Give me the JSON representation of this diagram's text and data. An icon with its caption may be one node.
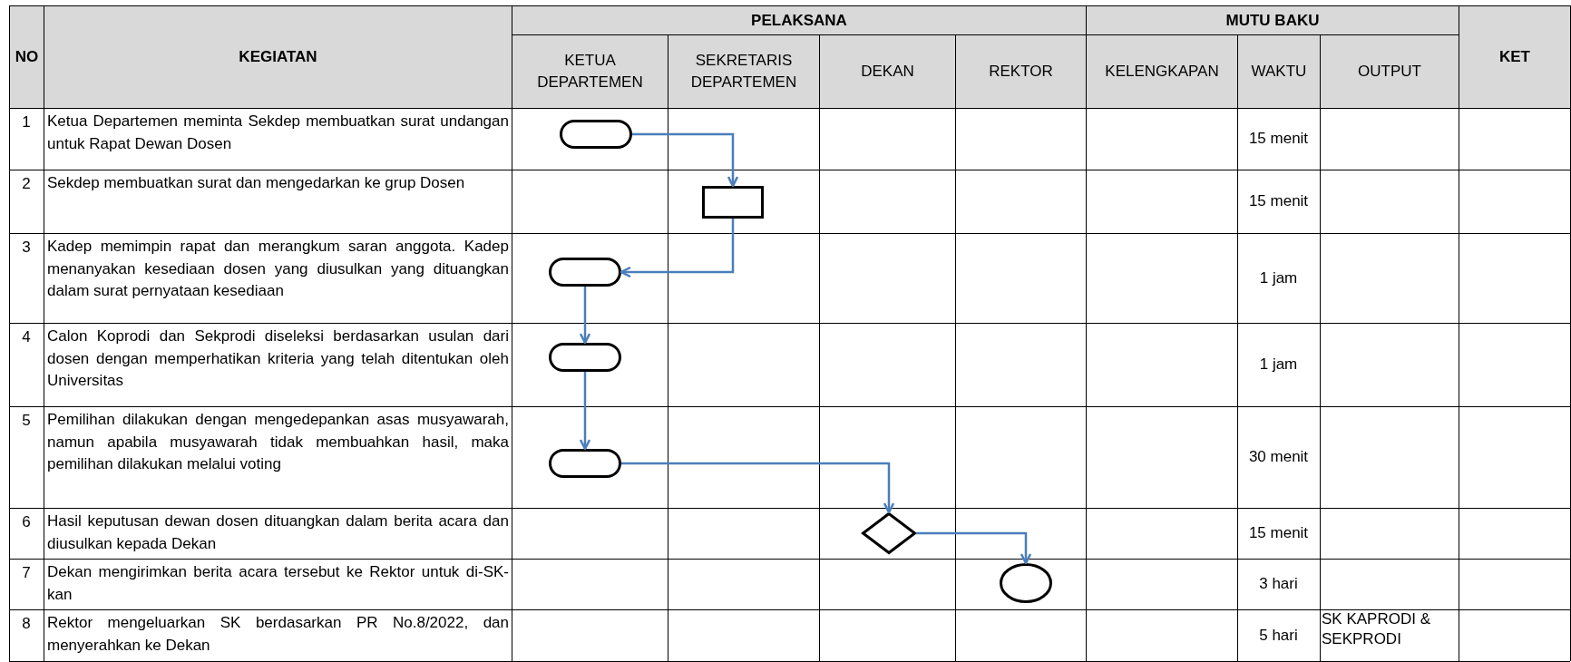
{
  "diagram": {
    "nodes": [
      {
        "text": [],
        "shape": "capsule"
      },
      {
        "text": [],
        "shape": "box"
      },
      {
        "text": [],
        "shape": "capsule"
      },
      {
        "text": [],
        "shape": "capsule"
      },
      {
        "text": [],
        "shape": "capsule"
      },
      {
        "text": [],
        "shape": "diamond"
      },
      {
        "text": [],
        "shape": "circle"
      }
    ],
    "edges": [
      {
        "from": 0,
        "to": 1,
        "arrow": "to"
      },
      {
        "from": 1,
        "to": 2,
        "arrow": "to"
      },
      {
        "from": 2,
        "to": 3,
        "arrow": "to"
      },
      {
        "from": 3,
        "to": 4,
        "arrow": "to"
      },
      {
        "from": 4,
        "to": 5,
        "arrow": "to"
      },
      {
        "from": 5,
        "to": 6,
        "arrow": "to"
      }
    ],
    "labels": [
      "NO",
      "KEGIATAN",
      "PELAKSANA",
      "MUTU BAKU",
      "KET",
      "KETUA DEPARTEMEN",
      "SEKRETARIS DEPARTEMEN",
      "DEKAN",
      "REKTOR",
      "KELENGKAPAN",
      "WAKTU",
      "OUTPUT",
      "1",
      "Ketua Departemen meminta Sekdep membuatkan surat undangan untuk Rapat Dewan Dosen",
      "15 menit",
      "2",
      "Sekdep membuatkan surat dan mengedarkan ke grup Dosen",
      "15 menit",
      "3",
      "Kadep memimpin rapat dan merangkum saran anggota. Kadep menanyakan kesediaan dosen yang diusulkan yang dituangkan dalam surat pernyataan kesediaan",
      "1 jam",
      "4",
      "Calon Koprodi dan Sekprodi diseleksi berdasarkan usulan dari dosen dengan memperhatikan kriteria yang telah ditentukan oleh Universitas",
      "1 jam",
      "5",
      "Pemilihan dilakukan dengan mengedepankan asas musyawarah, namun apabila musyawarah tidak membuahkan hasil, maka pemilihan dilakukan melalui voting",
      "30 menit",
      "6",
      "Hasil keputusan dewan dosen dituangkan dalam berita acara dan diusulkan kepada Dekan",
      "15 menit",
      "7",
      "Dekan mengirimkan berita acara tersebut ke Rektor untuk di-SK-kan",
      "3 hari",
      "8",
      "Rektor mengeluarkan SK  berdasarkan PR No.8/2022, dan menyerahkan ke Dekan",
      "5 hari",
      "SK KAPRODI & SEKPRODI"
    ]
  }
}
